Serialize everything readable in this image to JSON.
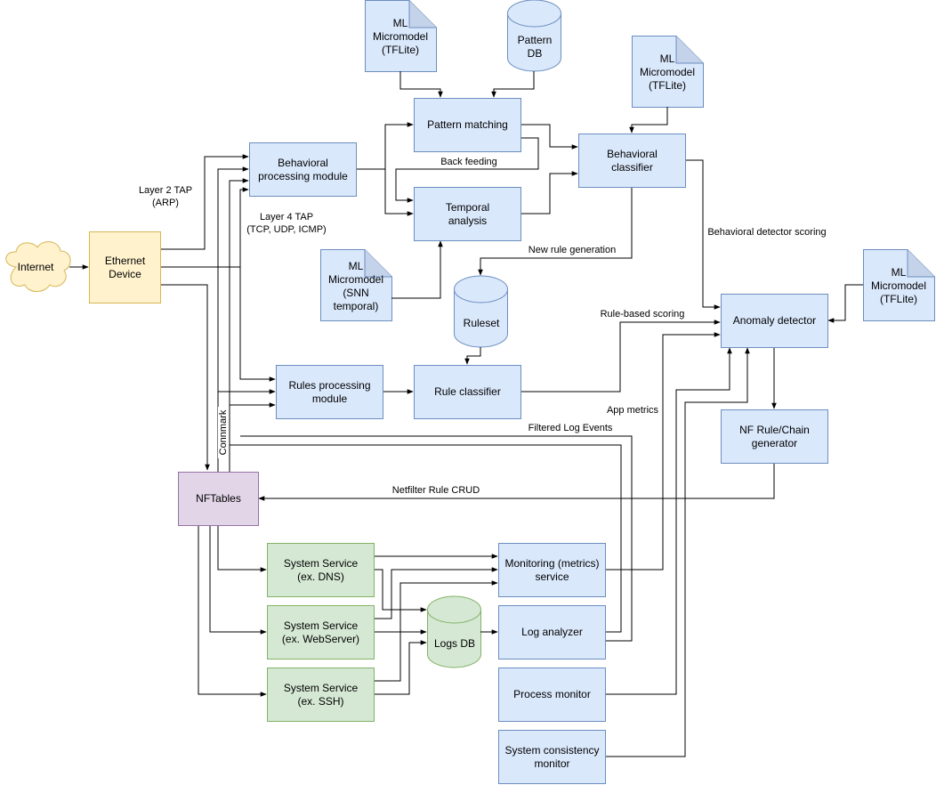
{
  "nodes": {
    "internet": "Internet",
    "ethernet_device": "Ethernet\nDevice",
    "behavioral_processing": "Behavioral\nprocessing module",
    "pattern_matching": "Pattern matching",
    "temporal_analysis": "Temporal\nanalysis",
    "behavioral_classifier": "Behavioral\nclassifier",
    "ml_model_1": "ML\nMicromodel\n(TFLite)",
    "pattern_db": "Pattern\nDB",
    "ml_model_2": "ML\nMicromodel\n(TFLite)",
    "ml_model_snn": "ML\nMicromodel\n(SNN\ntemporal)",
    "ruleset": "Ruleset",
    "ml_model_3": "ML\nMicromodel\n(TFLite)",
    "anomaly_detector": "Anomaly detector",
    "rules_processing": "Rules processing\nmodule",
    "rule_classifier": "Rule classifier",
    "nf_rule_generator": "NF Rule/Chain\ngenerator",
    "nftables": "NFTables",
    "service_dns": "System Service\n(ex. DNS)",
    "service_web": "System Service\n(ex. WebServer)",
    "service_ssh": "System Service\n(ex. SSH)",
    "logs_db": "Logs DB",
    "monitoring_service": "Monitoring (metrics)\nservice",
    "log_analyzer": "Log analyzer",
    "process_monitor": "Process monitor",
    "consistency_monitor": "System consistency\nmonitor"
  },
  "edge_labels": {
    "layer2_tap": "Layer 2 TAP\n(ARP)",
    "layer4_tap": "Layer 4 TAP\n(TCP, UDP, ICMP)",
    "back_feeding": "Back feeding",
    "behavioral_scoring": "Behavioral detector scoring",
    "new_rule_generation": "New rule generation",
    "rule_based_scoring": "Rule-based scoring",
    "app_metrics": "App metrics",
    "filtered_log_events": "Filtered Log Events",
    "netfilter_crud": "Netfilter Rule CRUD",
    "connmark": "Connmark"
  },
  "colors": {
    "blue_fill": "#dae8fc",
    "blue_stroke": "#6c8ebf",
    "yellow_fill": "#fff2cc",
    "yellow_stroke": "#d6b656",
    "purple_fill": "#e1d5e7",
    "purple_stroke": "#9673a6",
    "green_fill": "#d5e8d4",
    "green_stroke": "#82b366",
    "edge": "#000000"
  }
}
